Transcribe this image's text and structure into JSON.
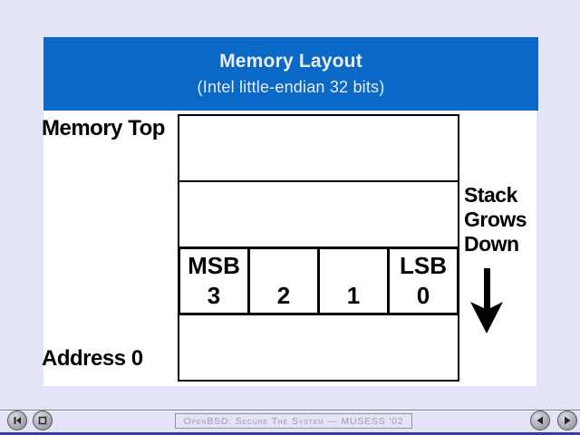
{
  "header": {
    "title": "Memory Layout",
    "subtitle": "(Intel little-endian 32 bits)"
  },
  "diagram": {
    "label_top": "Memory Top",
    "label_bottom": "Address 0",
    "stack_note": "Stack\nGrows\nDown",
    "byte_row": {
      "cells": [
        {
          "tag": "MSB",
          "index": "3"
        },
        {
          "tag": "",
          "index": "2"
        },
        {
          "tag": "",
          "index": "1"
        },
        {
          "tag": "LSB",
          "index": "0"
        }
      ]
    }
  },
  "footer": {
    "status_text": "OpenBSD: Secure The System — MUSESS '02",
    "buttons": [
      {
        "name": "skip-to-start"
      },
      {
        "name": "stop"
      },
      {
        "name": "previous-slide"
      },
      {
        "name": "next-slide"
      }
    ]
  },
  "colors": {
    "header_blue": "#0a68c6",
    "page_background": "#e4e4f8",
    "slide_background": "#ffffff",
    "diagram_line": "#000000",
    "status_text_gray": "#9a9aaa",
    "bottom_strip_navy": "#3a3aa0"
  }
}
